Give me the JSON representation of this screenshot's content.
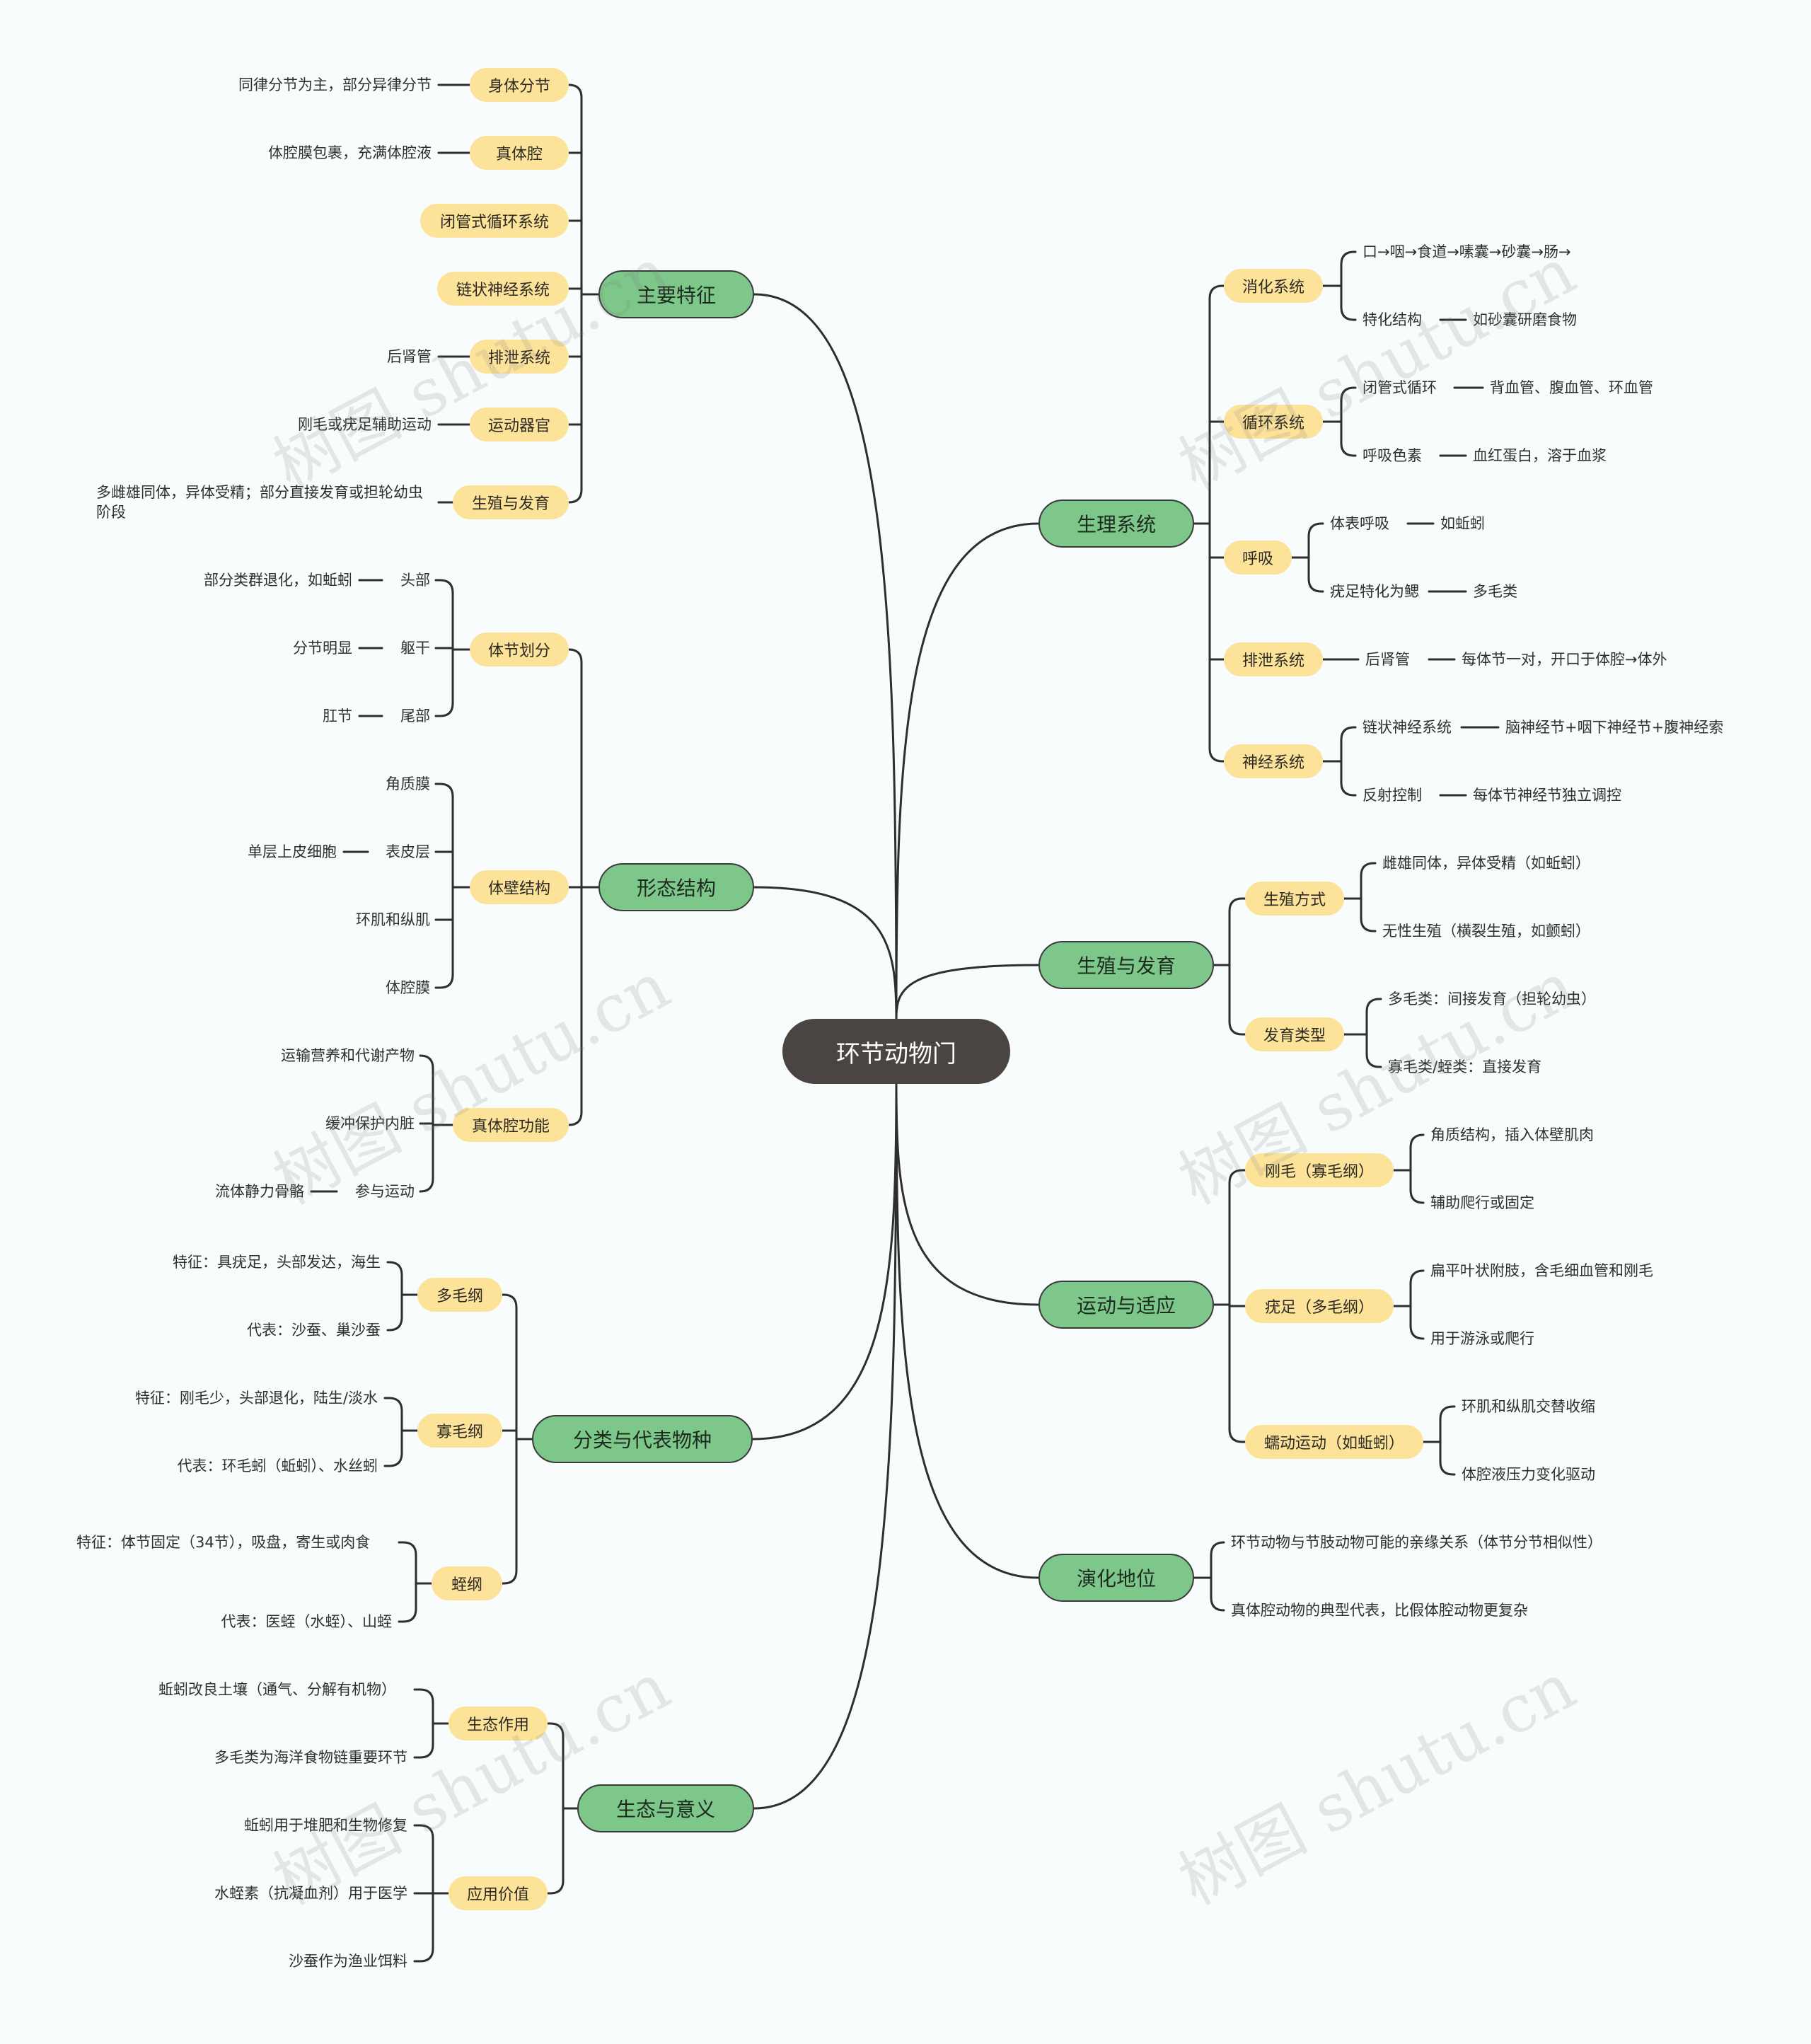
{
  "watermark": "树图 shutu.cn",
  "root": {
    "label": "环节动物门"
  },
  "features": {
    "label": "主要特征",
    "items": [
      {
        "label": "身体分节",
        "detail": "同律分节为主，部分异律分节"
      },
      {
        "label": "真体腔",
        "detail": "体腔膜包裹，充满体腔液"
      },
      {
        "label": "闭管式循环系统"
      },
      {
        "label": "链状神经系统"
      },
      {
        "label": "排泄系统",
        "detail": "后肾管"
      },
      {
        "label": "运动器官",
        "detail": "刚毛或疣足辅助运动"
      },
      {
        "label": "生殖与发育",
        "detail": "多雌雄同体，异体受精；部分直接发育或担轮幼虫阶段"
      }
    ]
  },
  "morphology": {
    "label": "形态结构",
    "segments": {
      "label": "体节划分",
      "items": [
        {
          "label": "头部",
          "detail": "部分类群退化，如蚯蚓"
        },
        {
          "label": "躯干",
          "detail": "分节明显"
        },
        {
          "label": "尾部",
          "detail": "肛节"
        }
      ]
    },
    "wall": {
      "label": "体壁结构",
      "items": [
        {
          "label": "角质膜"
        },
        {
          "label": "表皮层",
          "detail": "单层上皮细胞"
        },
        {
          "label": "环肌和纵肌"
        },
        {
          "label": "体腔膜"
        }
      ]
    },
    "coelom": {
      "label": "真体腔功能",
      "items": [
        {
          "label": "运输营养和代谢产物"
        },
        {
          "label": "缓冲保护内脏"
        },
        {
          "label": "参与运动",
          "detail": "流体静力骨骼"
        }
      ]
    }
  },
  "classification": {
    "label": "分类与代表物种",
    "groups": [
      {
        "label": "多毛纲",
        "items": [
          "特征：具疣足，头部发达，海生",
          "代表：沙蚕、巢沙蚕"
        ]
      },
      {
        "label": "寡毛纲",
        "items": [
          "特征：刚毛少，头部退化，陆生/淡水",
          "代表：环毛蚓（蚯蚓）、水丝蚓"
        ]
      },
      {
        "label": "蛭纲",
        "items": [
          "特征：体节固定（34节），吸盘，寄生或肉食",
          "代表：医蛭（水蛭）、山蛭"
        ]
      }
    ]
  },
  "ecology": {
    "label": "生态与意义",
    "groups": [
      {
        "label": "生态作用",
        "items": [
          "蚯蚓改良土壤（通气、分解有机物）",
          "多毛类为海洋食物链重要环节"
        ]
      },
      {
        "label": "应用价值",
        "items": [
          "蚯蚓用于堆肥和生物修复",
          "水蛭素（抗凝血剂）用于医学",
          "沙蚕作为渔业饵料"
        ]
      }
    ]
  },
  "physiology": {
    "label": "生理系统",
    "groups": [
      {
        "label": "消化系统",
        "items": [
          {
            "label": "口→咽→食道→嗉囊→砂囊→肠→"
          },
          {
            "label": "特化结构",
            "detail": "如砂囊研磨食物"
          }
        ]
      },
      {
        "label": "循环系统",
        "items": [
          {
            "label": "闭管式循环",
            "detail": "背血管、腹血管、环血管"
          },
          {
            "label": "呼吸色素",
            "detail": "血红蛋白，溶于血浆"
          }
        ]
      },
      {
        "label": "呼吸",
        "items": [
          {
            "label": "体表呼吸",
            "detail": "如蚯蚓"
          },
          {
            "label": "疣足特化为鳃",
            "detail": "多毛类"
          }
        ]
      },
      {
        "label": "排泄系统",
        "items": [
          {
            "label": "后肾管",
            "detail": "每体节一对，开口于体腔→体外"
          }
        ]
      },
      {
        "label": "神经系统",
        "items": [
          {
            "label": "链状神经系统",
            "detail": "脑神经节+咽下神经节+腹神经索"
          },
          {
            "label": "反射控制",
            "detail": "每体节神经节独立调控"
          }
        ]
      }
    ]
  },
  "reproduction": {
    "label": "生殖与发育",
    "groups": [
      {
        "label": "生殖方式",
        "items": [
          "雌雄同体，异体受精（如蚯蚓）",
          "无性生殖（横裂生殖，如颤蚓）"
        ]
      },
      {
        "label": "发育类型",
        "items": [
          "多毛类：间接发育（担轮幼虫）",
          "寡毛类/蛭类：直接发育"
        ]
      }
    ]
  },
  "locomotion": {
    "label": "运动与适应",
    "groups": [
      {
        "label": "刚毛（寡毛纲）",
        "items": [
          "角质结构，插入体壁肌肉",
          "辅助爬行或固定"
        ]
      },
      {
        "label": "疣足（多毛纲）",
        "items": [
          "扁平叶状附肢，含毛细血管和刚毛",
          "用于游泳或爬行"
        ]
      },
      {
        "label": "蠕动运动（如蚯蚓）",
        "items": [
          "环肌和纵肌交替收缩",
          "体腔液压力变化驱动"
        ]
      }
    ]
  },
  "evolution": {
    "label": "演化地位",
    "items": [
      "环节动物与节肢动物可能的亲缘关系（体节分节相似性）",
      "真体腔动物的典型代表，比假体腔动物更复杂"
    ]
  }
}
